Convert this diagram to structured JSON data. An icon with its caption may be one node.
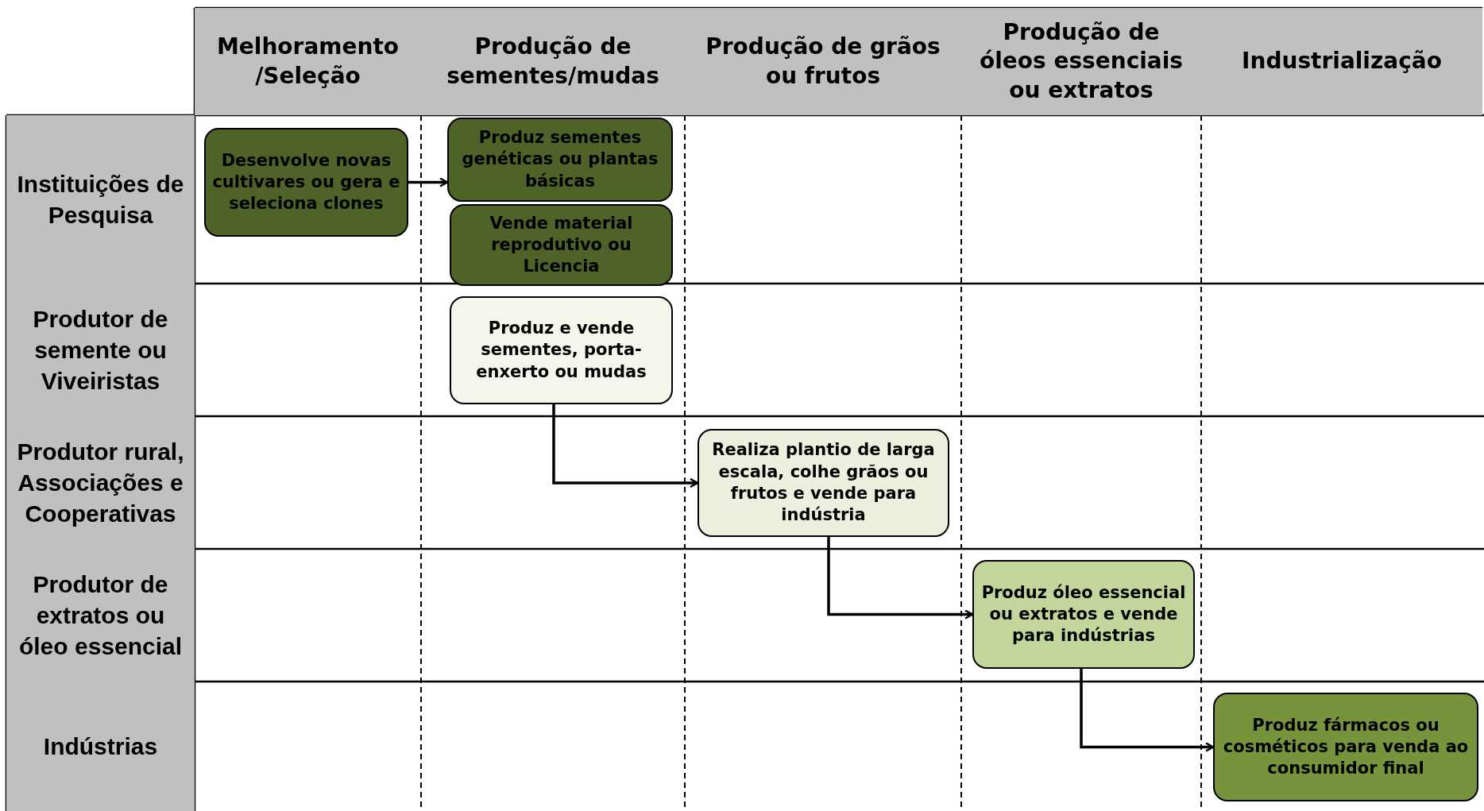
{
  "diagram": {
    "nodes": [
      {
        "text": [
          "Desenvolve novas cultivares ou gera e seleciona clones"
        ]
      },
      {
        "text": [
          "Produz sementes genéticas ou plantas básicas"
        ]
      },
      {
        "text": [
          "Vende material reprodutivo ou Licencia"
        ]
      },
      {
        "text": [
          "Produz e vende sementes, porta-enxerto ou mudas"
        ]
      },
      {
        "text": [
          "Realiza plantio de larga escala, colhe grãos ou frutos e vende para indústria"
        ]
      },
      {
        "text": [
          "Produz óleo essencial ou extratos e vende para indústrias"
        ]
      },
      {
        "text": [
          "Produz fármacos ou cosméticos para venda ao consumidor final"
        ]
      }
    ],
    "edges": [
      {
        "from": 0,
        "to": 1,
        "arrow": "to"
      },
      {
        "from": 3,
        "to": 4,
        "arrow": "to"
      },
      {
        "from": 4,
        "to": 5,
        "arrow": "to"
      },
      {
        "from": 5,
        "to": 6,
        "arrow": "to"
      }
    ],
    "labels": [
      "Melhoramento /Seleção",
      "Produção de sementes/mudas",
      "Produção de grãos ou frutos",
      "Produção de óleos essenciais ou extratos",
      "Industrialização",
      "Instituições de Pesquisa",
      "Produtor de semente ou Viveiristas",
      "Produtor rural, Associações e Cooperativas",
      "Produtor de extratos ou óleo essencial",
      "Indústrias"
    ]
  }
}
